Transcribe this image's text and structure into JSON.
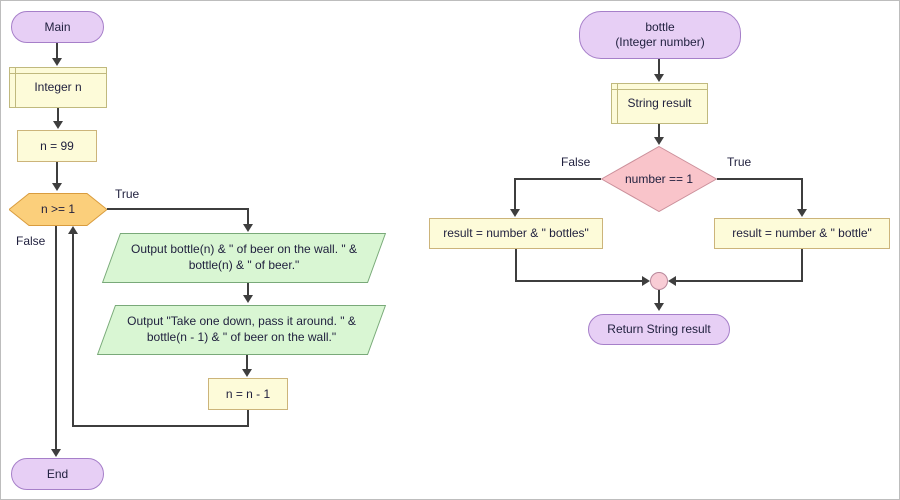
{
  "main_chart": {
    "start": "Main",
    "declare": "Integer n",
    "init": "n = 99",
    "condition": "n >= 1",
    "true_label": "True",
    "false_label": "False",
    "output1_line1": "Output bottle(n) & \" of beer on the wall. \" &",
    "output1_line2": "bottle(n) & \" of beer.\"",
    "output2_line1": "Output \"Take one down, pass it around. \" &",
    "output2_line2": "bottle(n - 1) & \" of beer on the wall.\"",
    "decrement": "n = n - 1",
    "end": "End"
  },
  "bottle_chart": {
    "title_line1": "bottle",
    "title_line2": "(Integer number)",
    "declare": "String result",
    "condition": "number == 1",
    "false_label": "False",
    "true_label": "True",
    "false_assign": "result = number & \" bottles\"",
    "true_assign": "result = number & \" bottle\"",
    "return_label": "Return String result"
  },
  "colors": {
    "terminal_fill": "#e7cff5",
    "terminal_border": "#a67fc9",
    "declare_fill": "#fdfbd9",
    "declare_border": "#c0b97e",
    "assign_fill": "#fdfbd9",
    "assign_border": "#ccb47a",
    "loop_hexagon_fill": "#fbcf7b",
    "loop_hexagon_border": "#d99c3e",
    "io_fill": "#d9f6d3",
    "io_border": "#79a979",
    "decision_fill": "#f9c4ca",
    "decision_border": "#cb8f9a",
    "merge_fill": "#f8ccd5",
    "merge_border": "#b8889b",
    "connector": "#3e3e3e"
  }
}
